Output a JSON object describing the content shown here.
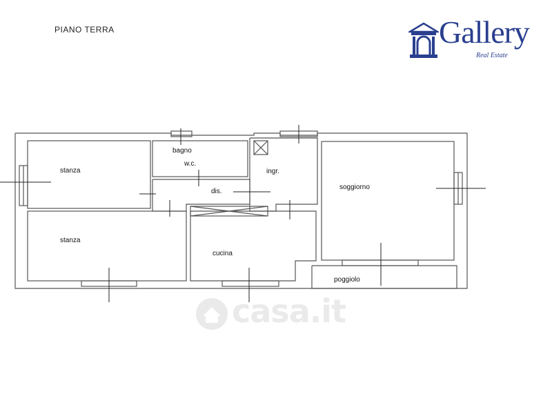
{
  "header": {
    "floor_label": "PIANO TERRA"
  },
  "logo": {
    "name": "Gallery",
    "subtitle": "Real Estate",
    "color": "#2a3f8f"
  },
  "rooms": {
    "stanza_top": "stanza",
    "bagno": "bagno",
    "wc": "w.c.",
    "ingr": "ingr.",
    "soggiorno": "soggiorno",
    "dis": "dis.",
    "stanza_bottom": "stanza",
    "cucina": "cucina",
    "poggiolo": "poggiolo"
  },
  "watermark": {
    "text": "casa.it"
  },
  "colors": {
    "wall": "#555555",
    "wall_fill": "#ffffff",
    "label": "#111111"
  }
}
